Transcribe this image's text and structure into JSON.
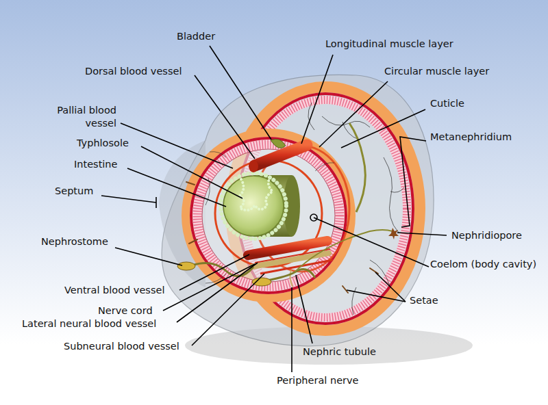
{
  "diagram": {
    "labels": [
      "Bladder",
      "Longitudinal muscle layer",
      "Dorsal blood vessel",
      "Circular muscle layer",
      "Pallial blood vessel",
      "Cuticle",
      "Typhlosole",
      "Metanephridium",
      "Intestine",
      "Septum",
      "Nephrostome",
      "Nephridiopore",
      "Coelom (body cavity)",
      "Ventral blood vessel",
      "Setae",
      "Nerve cord",
      "Lateral neural blood vessel",
      "Subneural blood vessel",
      "Nephric tubule",
      "Peripheral nerve"
    ]
  }
}
